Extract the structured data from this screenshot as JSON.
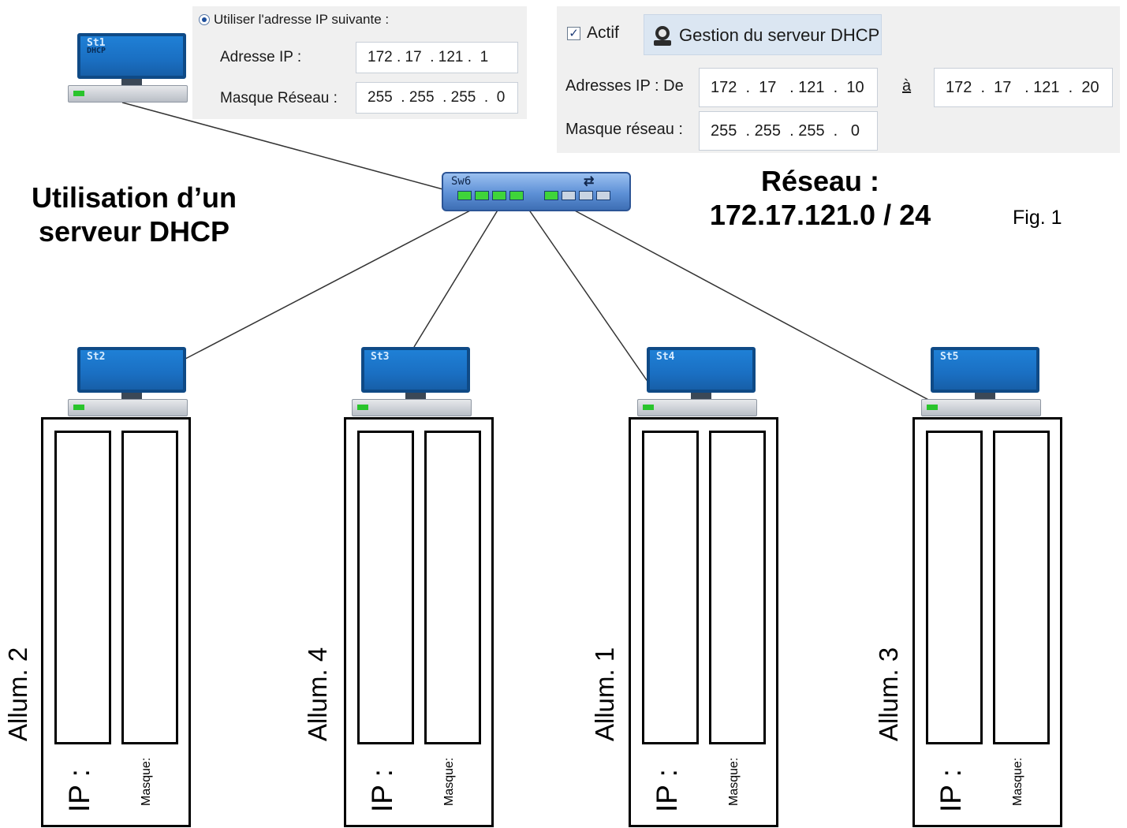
{
  "static_ip_panel": {
    "radio_label": "Utiliser l'adresse IP suivante :",
    "ip_label": "Adresse IP :",
    "mask_label": "Masque Réseau :",
    "ip_value": "172 . 17  . 121 .  1",
    "mask_value": "255  . 255  . 255  .  0"
  },
  "dhcp_panel": {
    "active_label": "Actif",
    "dhcp_button_label": "Gestion du serveur DHCP",
    "range_label": "Adresses IP : De",
    "range_start": "172  .  17   . 121  .  10",
    "to_label": "à",
    "range_end": "172  .  17   . 121  .  20",
    "mask_label": "Masque réseau :",
    "mask_value": "255  . 255  . 255  .   0"
  },
  "server": {
    "name": "St1",
    "role": "DHCP"
  },
  "switch": {
    "name": "Sw6"
  },
  "title": "Utilisation d’un serveur DHCP",
  "network": {
    "label": "Réseau :",
    "address": "172.17.121.0 / 24"
  },
  "figure_label": "Fig. 1",
  "stations": [
    {
      "name": "St2",
      "allum": "Allum. 2",
      "ip_label": "IP :",
      "mask_label": "Masque:"
    },
    {
      "name": "St3",
      "allum": "Allum. 4",
      "ip_label": "IP :",
      "mask_label": "Masque:"
    },
    {
      "name": "St4",
      "allum": "Allum. 1",
      "ip_label": "IP :",
      "mask_label": "Masque:"
    },
    {
      "name": "St5",
      "allum": "Allum. 3",
      "ip_label": "IP :",
      "mask_label": "Masque:"
    }
  ],
  "colors": {
    "monitor": "#1a6fc2",
    "switch": "#5d90d6",
    "led": "#29c42c",
    "panel_bg": "#f0f0f0"
  }
}
